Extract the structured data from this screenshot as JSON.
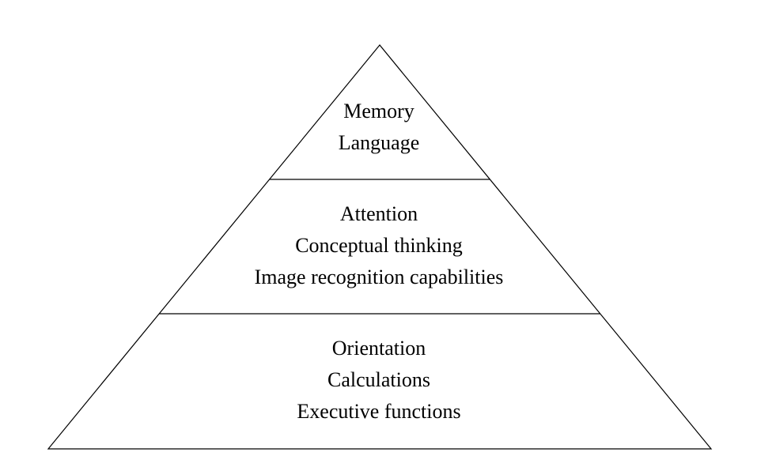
{
  "pyramid": {
    "tiers": [
      {
        "lines": [
          "Memory",
          "Language"
        ]
      },
      {
        "lines": [
          "Attention",
          "Conceptual thinking",
          "Image recognition capabilities"
        ]
      },
      {
        "lines": [
          "Orientation",
          "Calculations",
          "Executive functions"
        ]
      }
    ]
  },
  "colors": {
    "background": "#ffffff",
    "stroke": "#000000",
    "text": "#000000"
  }
}
